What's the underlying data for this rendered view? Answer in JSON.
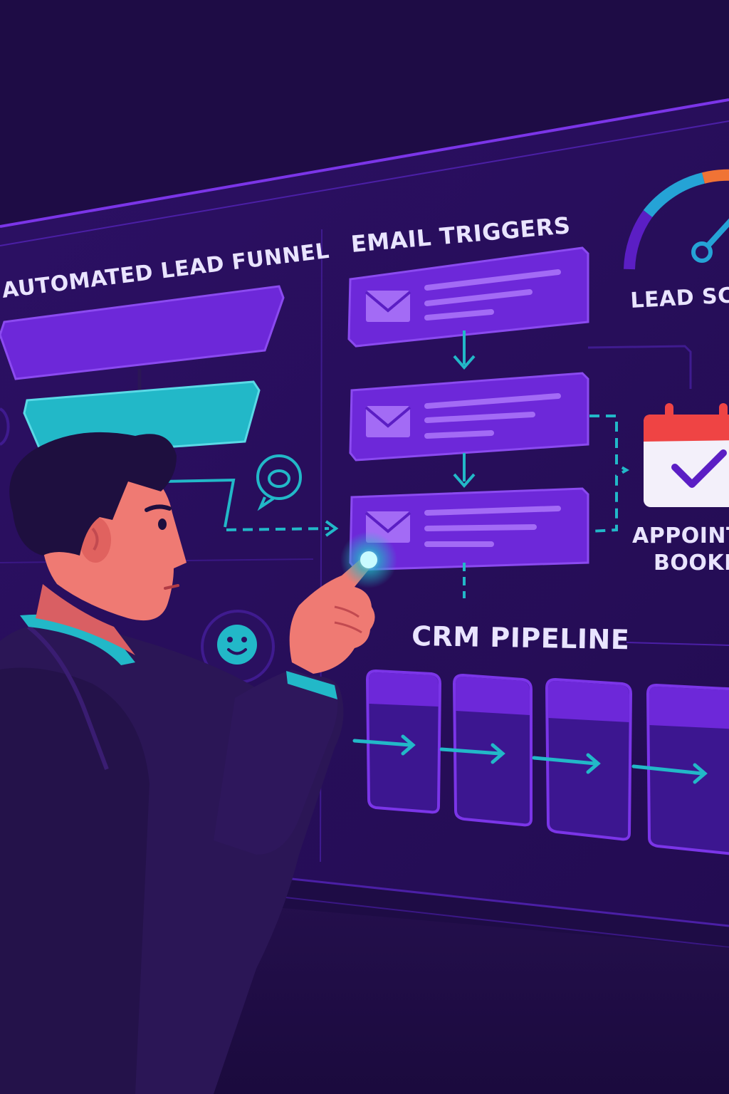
{
  "colors": {
    "background": "#1e0c45",
    "panel": "#2a1060",
    "panel_edge": "#7b35e8",
    "card": "#6d28d9",
    "card_line": "#a36bf5",
    "accent_teal": "#22b8c8",
    "gauge_blue": "#25a3d6",
    "gauge_orange": "#f07335",
    "calendar_red": "#ef4444",
    "skin": "#ef7a73",
    "suit": "#2b1656"
  },
  "labels": {
    "funnel_title": "AUTOMATED LEAD FUNNEL",
    "email_title": "EMAIL TRIGGERS",
    "lead_score_title": "LEAD SC",
    "appointment_line1": "APPOINT",
    "appointment_line2": "BOOKE",
    "crm_title": "CRM PIPELINE"
  },
  "icons": {
    "email_icon": "envelope",
    "chat_icon": "speech-bubble-chat",
    "smile_icon": "speech-bubble-smile",
    "calendar_icon": "calendar-check",
    "gauge_icon": "speedometer"
  }
}
